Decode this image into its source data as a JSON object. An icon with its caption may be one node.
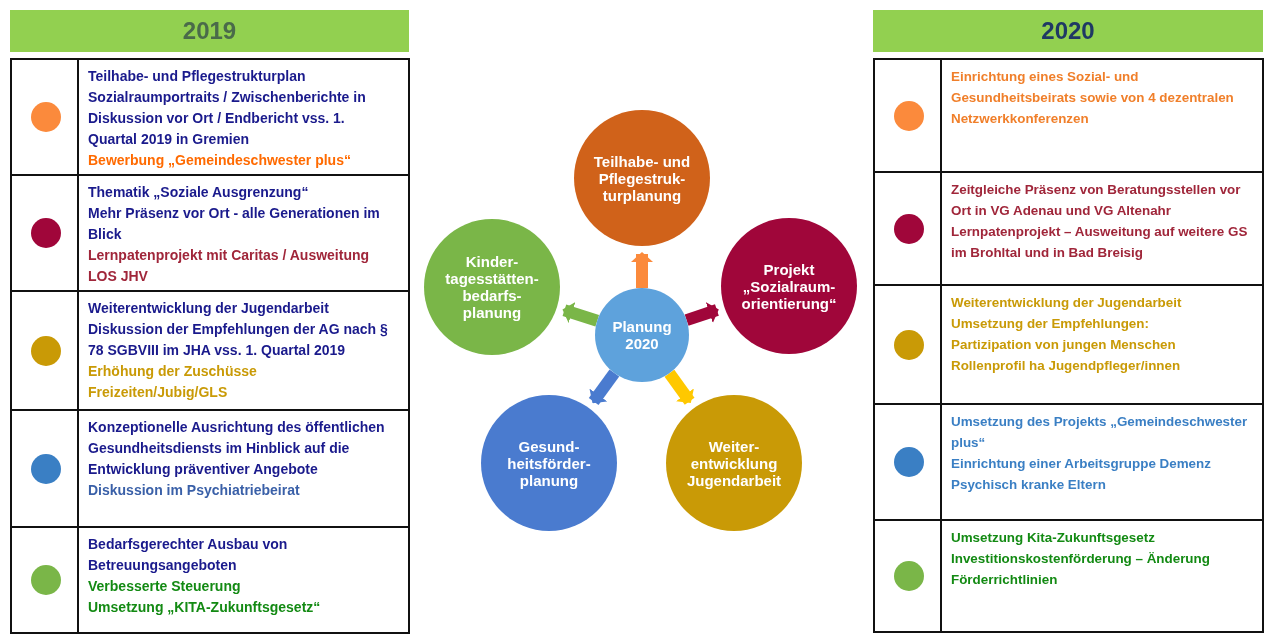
{
  "diagram": {
    "nodes": [
      {
        "text": [
          "2019"
        ]
      },
      {
        "text": [
          "Teilhabe- und Pflegestrukturplan",
          "Sozialraumportraits / Zwischenberichte in Diskussion vor Ort / Endbericht vss. 1. Quartal 2019 in Gremien",
          "Bewerbung „Gemeindeschwester plus“"
        ]
      },
      {
        "text": [
          "Thematik „Soziale Ausgrenzung“",
          "Mehr Präsenz vor Ort - alle Generationen im Blick",
          "Lernpatenprojekt mit Caritas / Ausweitung LOS JHV"
        ]
      },
      {
        "text": [
          "Weiterentwicklung der Jugendarbeit",
          "Diskussion der Empfehlungen der AG nach § 78 SGBVIII im JHA vss. 1. Quartal 2019",
          "Erhöhung der Zuschüsse Freizeiten/Jubig/GLS"
        ]
      },
      {
        "text": [
          "Konzeptionelle Ausrichtung des öffentlichen Gesundheitsdiensts im Hinblick auf die",
          "Entwicklung präventiver Angebote",
          "Diskussion im Psychiatriebeirat"
        ]
      },
      {
        "text": [
          "Bedarfsgerechter Ausbau von Betreuungsangeboten",
          "Verbesserte Steuerung",
          "Umsetzung „KITA-Zukunftsgesetz“"
        ]
      },
      {
        "text": [
          "Teilhabe- und Pflegestruk- turplanung"
        ]
      },
      {
        "text": [
          "Kinder- tagesstätten- bedarfs- planung"
        ]
      },
      {
        "text": [
          "Planung 2020"
        ]
      },
      {
        "text": [
          "Projekt „Sozialraum- orientierung“"
        ]
      },
      {
        "text": [
          "Gesund- heitsförder- planung"
        ]
      },
      {
        "text": [
          "Weiter- entwicklung Jugendarbeit"
        ]
      },
      {
        "text": [
          "2020"
        ]
      },
      {
        "text": [
          "Einrichtung eines Sozial- und Gesundheitsbeirats sowie von 4 dezentralen Netzwerkkonferenzen"
        ]
      },
      {
        "text": [
          "Zeitgleiche Präsenz von Beratungsstellen vor Ort in VG Adenau und VG Altenahr",
          "Lernpatenprojekt – Ausweitung auf weitere GS im Brohltal und in Bad Breisig"
        ]
      },
      {
        "text": [
          "Weiterentwicklung der Jugendarbeit",
          "Umsetzung der Empfehlungen:",
          "Partizipation von jungen Menschen",
          "Rollenprofil ha Jugendpfleger/innen"
        ]
      },
      {
        "text": [
          "Umsetzung des Projekts „Gemeindeschwester plus“",
          "Einrichtung einer Arbeitsgruppe Demenz",
          "Psychisch kranke Eltern"
        ]
      },
      {
        "text": [
          "Umsetzung Kita-Zukunftsgesetz",
          "Investitionskostenförderung – Änderung Förderrichtlinien"
        ]
      }
    ],
    "edges": [
      {
        "from": 8,
        "to": 6,
        "arrow": "to",
        "color": "#fb8a3c"
      },
      {
        "from": 8,
        "to": 9,
        "arrow": "to",
        "color": "#a0063a"
      },
      {
        "from": 8,
        "to": 11,
        "arrow": "to",
        "color": "#ffc800"
      },
      {
        "from": 8,
        "to": 10,
        "arrow": "to",
        "color": "#4a7bcf"
      },
      {
        "from": 8,
        "to": 7,
        "arrow": "to",
        "color": "#7ab648"
      }
    ]
  }
}
